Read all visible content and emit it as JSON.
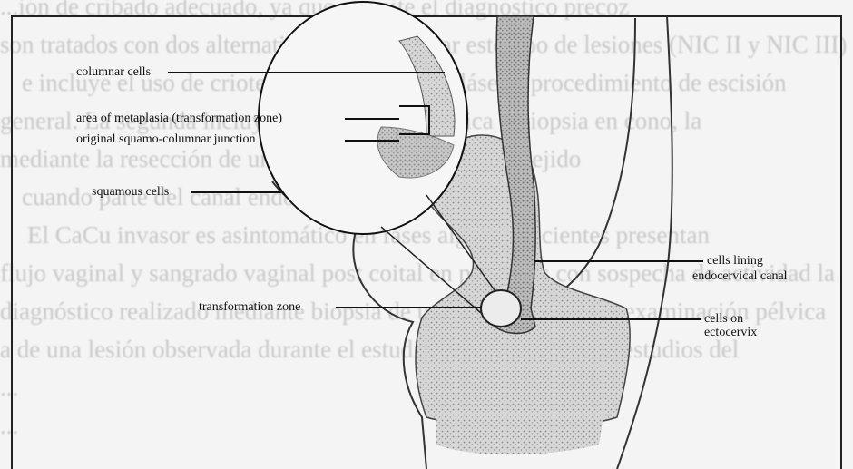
{
  "background_text": [
    "...ión de cribado adecuado, ya que permite el diagnóstico precoz",
    "son tratados con dos alternativas para erradicar este tipo de lesiones (NIC II y NIC III)",
    "e incluye el uso de crioterapia, vaporización láser y procedimiento de escisión",
    "general. La segunda incluye conización quirúrgica o biopsia en cono, la",
    "mediante la resección de un cono en forma cónica de tejido",
    "cuando parte del canal endocervical.",
    "El CaCu invasor es asintomático en fases algunas pacientes presentan",
    "flujo vaginal y sangrado vaginal post coital en pacientes con sospecha de actividad la",
    "diagnóstico realizado mediante biopsia de una lesión visible en examinación pélvica",
    "a de una lesión observada durante el estudio colposcópico. Los estudios del",
    "...",
    "..."
  ],
  "labels": {
    "columnar_cells": "columnar cells",
    "area_of_metaplasia": "area of metaplasia (transformation zone)",
    "original_junction": "original squamo-columnar junction",
    "squamous_cells": "squamous cells",
    "cells_lining_1": "cells lining",
    "cells_lining_2": "endocervical canal",
    "transformation_zone": "transformation zone",
    "cells_on_1": "cells on",
    "cells_on_2": "ectocervix"
  }
}
